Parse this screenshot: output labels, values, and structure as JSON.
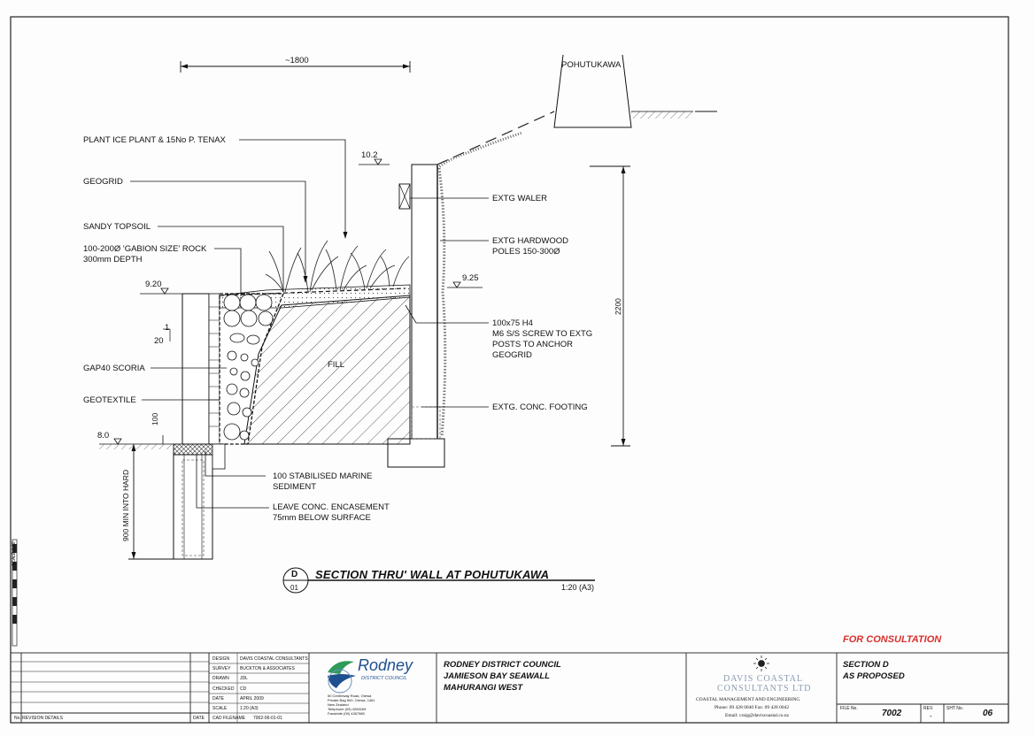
{
  "drawing": {
    "dimension_top": "~1800",
    "tree_label": "POHUTUKAWA",
    "dimension_vertical_right": "2200",
    "dimension_vertical_left": "900 MIN INTO HARD",
    "dimension_100": "100",
    "slope_1": "1",
    "slope_20": "20",
    "levels": {
      "l102": "10.2",
      "l920": "9.20",
      "l925": "9.25",
      "l80": "8.0"
    },
    "fill_label": "FILL",
    "left_labels": {
      "plant": "PLANT ICE PLANT & 15No P. TENAX",
      "geogrid": "GEOGRID",
      "topsoil": "SANDY TOPSOIL",
      "rock_1": "100-200Ø 'GABION SIZE' ROCK",
      "rock_2": "300mm DEPTH",
      "scoria": "GAP40 SCORIA",
      "geotextile": "GEOTEXTILE"
    },
    "bottom_labels": {
      "marine_1": "100 STABILISED MARINE",
      "marine_2": "SEDIMENT",
      "encase_1": "LEAVE CONC. ENCASEMENT",
      "encase_2": "75mm BELOW SURFACE"
    },
    "right_labels": {
      "waler": "EXTG WALER",
      "poles_1": "EXTG HARDWOOD",
      "poles_2": "POLES 150-300Ø",
      "screw_1": "100x75 H4",
      "screw_2": "M6 S/S SCREW TO EXTG",
      "screw_3": "POSTS TO ANCHOR",
      "screw_4": "GEOGRID",
      "footing": "EXTG. CONC. FOOTING"
    },
    "section_letter": "D",
    "section_sheet": "01",
    "section_title": "SECTION THRU' WALL AT POHUTUKAWA",
    "section_scale": "1:20 (A3)"
  },
  "status": "FOR CONSULTATION",
  "title_block": {
    "revision_header": "No.  REVISION DETAILS",
    "date_header": "DATE",
    "design_label": "DESIGN",
    "design_value": "DAVIS COASTAL CONSULTANTS",
    "survey_label": "SURVEY",
    "survey_value": "BUCKTON & ASSOCIATES",
    "drawn_label": "DRAWN",
    "drawn_value": "JDL",
    "checked_label": "CHECKED",
    "checked_value": "CD",
    "date_label": "DATE",
    "date_value": "APRIL 2009",
    "scale_label": "SCALE",
    "scale_value": "1:20 (A3)",
    "cad_label": "CAD FILENAME",
    "cad_value": "7002-06-01-01",
    "rodney_name": "Rodney",
    "rodney_sub": "DISTRICT COUNCIL",
    "rodney_address": [
      "50 Centreway Road, Orewa",
      "Private Bag 500, Orewa, 1461",
      "New Zealand",
      "Telephone (09) 4265169",
      "Facsimile (09) 4267980"
    ],
    "project": [
      "RODNEY DISTRICT COUNCIL",
      "JAMIESON BAY SEAWALL",
      "MAHURANGI WEST"
    ],
    "davis_line1": "DAVIS COASTAL",
    "davis_line2": "CONSULTANTS LTD",
    "davis_line3": "COASTAL MANAGEMENT AND ENGINEERING",
    "davis_phone": "Phone: 09 428 0040 Fax: 09 428 0042",
    "davis_email": "Email: craig@daviscoastal.co.nz",
    "sheet_title": [
      "SECTION D",
      "AS PROPOSED"
    ],
    "file_label": "FILE No.",
    "file_value": "7002",
    "rev_label": "REV.",
    "rev_value": "-",
    "sheet_label": "SHT No.",
    "sheet_value": "06",
    "scale_bar": "SCALE 1:20"
  },
  "colors": {
    "consult": "#d9302c",
    "rodney_blue": "#1e4f8f",
    "rodney_green": "#2e9b5a",
    "davis_text": "#8a9bb2"
  }
}
